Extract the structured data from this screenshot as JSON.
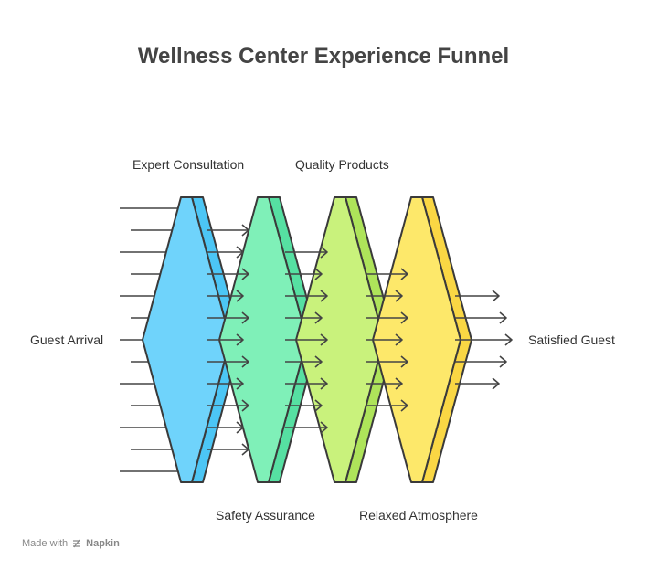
{
  "title": "Wellness Center Experience Funnel",
  "labels": {
    "left": "Guest Arrival",
    "right": "Satisfied Guest",
    "top": [
      "Expert Consultation",
      "Quality Products"
    ],
    "bottom": [
      "Safety Assurance",
      "Relaxed Atmosphere"
    ]
  },
  "stages": [
    {
      "front": "#6fd3fb",
      "side": "#4cc6f5"
    },
    {
      "front": "#7ff0b8",
      "side": "#56e0a2"
    },
    {
      "front": "#c9f27c",
      "side": "#aee45a"
    },
    {
      "front": "#fde86a",
      "side": "#fad744"
    }
  ],
  "footer": {
    "made_with": "Made with",
    "brand": "Napkin"
  },
  "colors": {
    "stroke": "#3a3a3a",
    "arrow": "#444444"
  }
}
